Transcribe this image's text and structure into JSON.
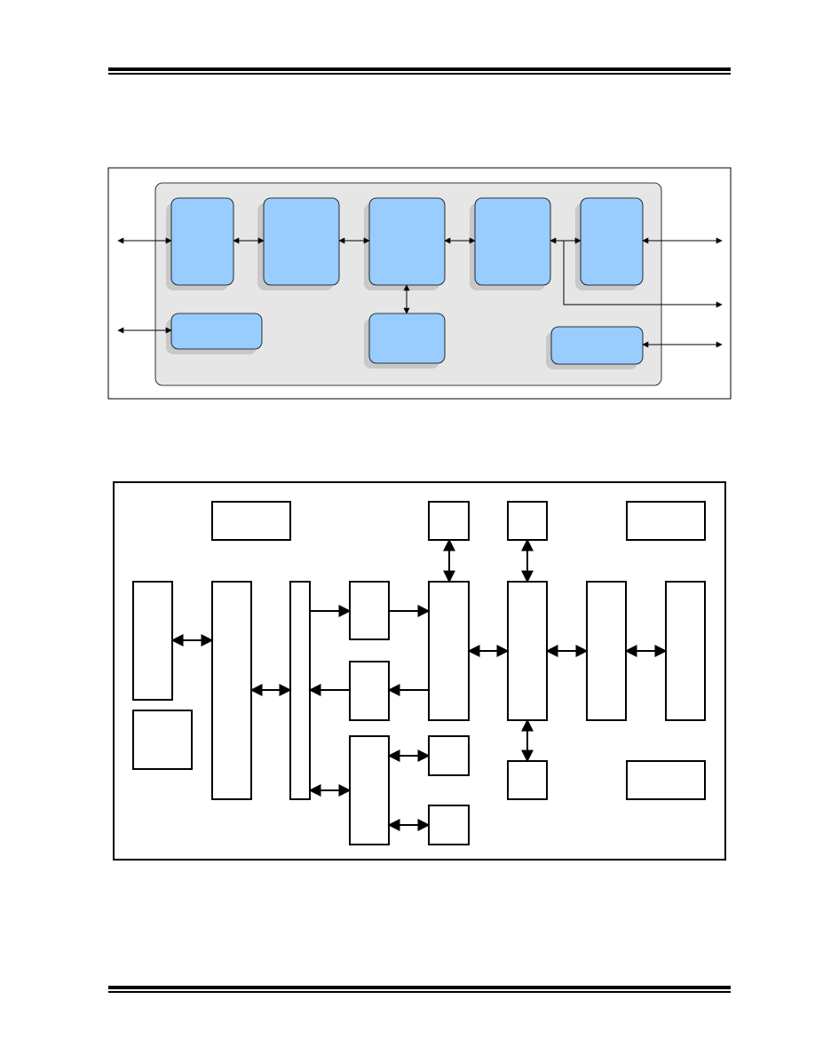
{
  "page": {
    "header_rule": "double",
    "footer_rule": "double"
  },
  "figure_1": {
    "type": "block-diagram",
    "colors": {
      "block_fill": "#99ccff",
      "panel_fill": "#e6e6e6",
      "shadow": "#c8c8c8"
    },
    "blocks": [
      {
        "id": "block-1",
        "label": ""
      },
      {
        "id": "block-2",
        "label": ""
      },
      {
        "id": "block-3",
        "label": ""
      },
      {
        "id": "block-4",
        "label": ""
      },
      {
        "id": "block-5",
        "label": ""
      },
      {
        "id": "block-6",
        "label": ""
      },
      {
        "id": "block-7",
        "label": ""
      },
      {
        "id": "block-8",
        "label": ""
      }
    ]
  },
  "figure_2": {
    "type": "block-diagram",
    "blocks": [
      {
        "id": "box-top-1",
        "label": ""
      },
      {
        "id": "box-top-2",
        "label": ""
      },
      {
        "id": "box-top-3",
        "label": ""
      },
      {
        "id": "box-top-4",
        "label": ""
      },
      {
        "id": "tall-1",
        "label": ""
      },
      {
        "id": "tall-2",
        "label": ""
      },
      {
        "id": "bus",
        "label": ""
      },
      {
        "id": "small-1",
        "label": ""
      },
      {
        "id": "small-2",
        "label": ""
      },
      {
        "id": "mid-1",
        "label": ""
      },
      {
        "id": "mid-2",
        "label": ""
      },
      {
        "id": "col-1",
        "label": ""
      },
      {
        "id": "col-2",
        "label": ""
      },
      {
        "id": "square-left",
        "label": ""
      },
      {
        "id": "low-tall",
        "label": ""
      },
      {
        "id": "low-1",
        "label": ""
      },
      {
        "id": "low-2",
        "label": ""
      },
      {
        "id": "low-3",
        "label": ""
      },
      {
        "id": "box-bottom-right",
        "label": ""
      }
    ]
  }
}
